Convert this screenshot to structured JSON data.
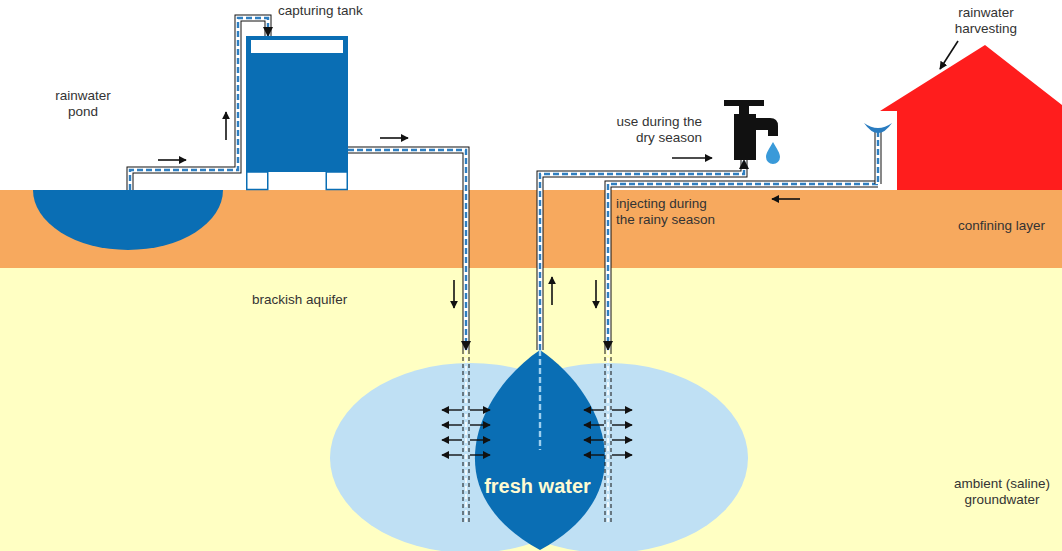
{
  "diagram": {
    "nodes": [
      {
        "text": [
          "rainwater pond"
        ]
      },
      {
        "text": [
          "capturing tank"
        ]
      },
      {
        "text": [
          "use during the dry season"
        ]
      },
      {
        "text": [
          "rainwater harvesting"
        ]
      },
      {
        "text": [
          "confining layer"
        ]
      },
      {
        "text": [
          "brackish aquifer",
          "ambient (saline) groundwater"
        ]
      },
      {
        "text": [
          "fresh water"
        ],
        "in": 5
      }
    ],
    "edges": [
      {
        "from": 0,
        "to": 1,
        "arrow": "to"
      },
      {
        "from": 1,
        "to": 6,
        "arrow": "to"
      },
      {
        "from": 3,
        "to": 6,
        "arrow": "to",
        "label": "injecting during the rainy season"
      },
      {
        "from": 6,
        "to": 2,
        "arrow": "to"
      }
    ]
  }
}
